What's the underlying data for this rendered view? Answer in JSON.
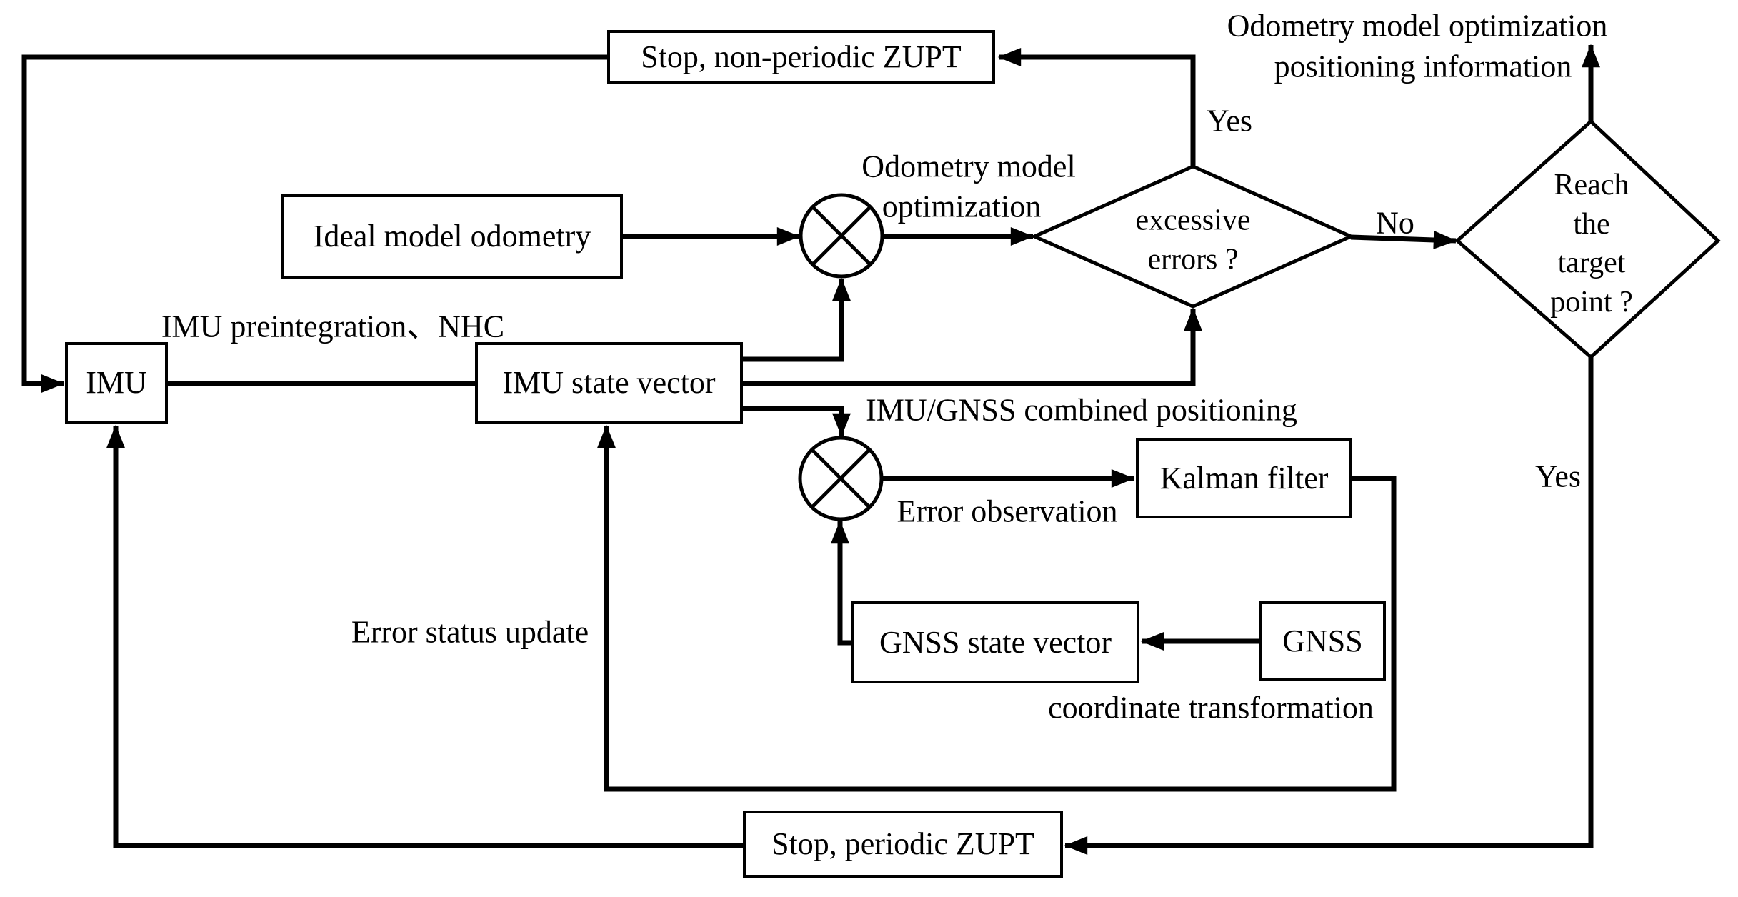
{
  "title": "IMU/GNSS odometry optimization flowchart",
  "colors": {
    "ink": "#000000",
    "paper": "#ffffff"
  },
  "nodes": {
    "stop_non_periodic": {
      "label": "Stop, non-periodic ZUPT"
    },
    "ideal_model_odometry": {
      "label": "Ideal model odometry"
    },
    "imu": {
      "label": "IMU"
    },
    "imu_state_vector": {
      "label": "IMU state vector"
    },
    "kalman_filter": {
      "label": "Kalman filter"
    },
    "gnss_state_vector": {
      "label": "GNSS state vector"
    },
    "gnss": {
      "label": "GNSS"
    },
    "stop_periodic": {
      "label": "Stop, periodic ZUPT"
    }
  },
  "decisions": {
    "excessive_errors": {
      "line1": "excessive",
      "line2": "errors ?"
    },
    "reach_target": {
      "line1": "Reach",
      "line2": "the",
      "line3": "target",
      "line4": "point ?"
    }
  },
  "junctions": {
    "odometry_junction": "circle-cross-icon",
    "imu_gnss_junction": "circle-cross-icon"
  },
  "labels": {
    "output_line1": "Odometry model optimization",
    "output_line2": "positioning information",
    "yes_top": "Yes",
    "yes_right": "Yes",
    "no": "No",
    "odometry_model_line1": "Odometry model",
    "odometry_model_line2": "optimization",
    "imu_preintegration": "IMU preintegration、NHC",
    "imu_gnss_combined": "IMU/GNSS combined positioning",
    "error_observation": "Error observation",
    "coordinate_transformation": "coordinate transformation",
    "error_status_update": "Error status update"
  }
}
